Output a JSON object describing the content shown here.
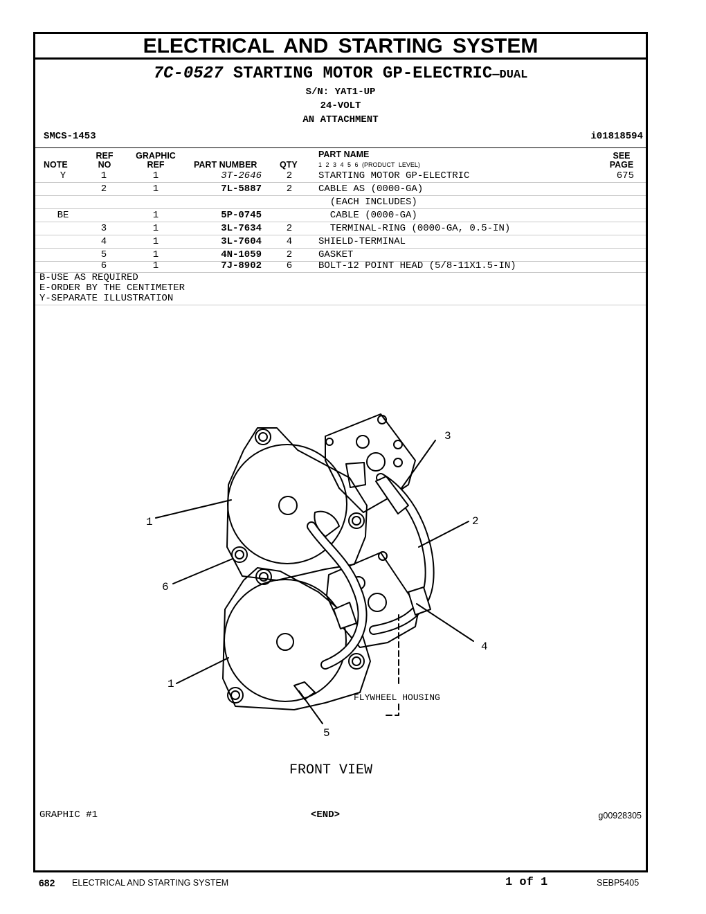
{
  "section_title": "ELECTRICAL AND STARTING SYSTEM",
  "group": {
    "part_number": "7C-0527",
    "title": "STARTING MOTOR GP-ELECTRIC",
    "suffix": "—DUAL",
    "serial": "S/N: YAT1-UP",
    "voltage": "24-VOLT",
    "attachment": "AN ATTACHMENT"
  },
  "smcs": "SMCS-1453",
  "doc_id": "i01818594",
  "table": {
    "headers": {
      "note": "NOTE",
      "ref_no": "REF\nNO",
      "graphic_ref": "GRAPHIC\nREF",
      "part_number": "PART NUMBER",
      "qty": "QTY",
      "part_name": "PART NAME",
      "product_level": "1  2  3  4  5  6  (PRODUCT LEVEL)",
      "see_page": "SEE\nPAGE"
    },
    "rows": [
      {
        "note": "Y",
        "ref": "1",
        "gref": "1",
        "pn": "3T-2646",
        "pn_italic": true,
        "qty": "2",
        "name": "STARTING MOTOR GP-ELECTRIC",
        "page": "675"
      },
      {
        "note": "",
        "ref": "2",
        "gref": "1",
        "pn": "7L-5887",
        "pn_italic": false,
        "qty": "2",
        "name": "CABLE AS (0000-GA)",
        "page": ""
      },
      {
        "note": "",
        "ref": "",
        "gref": "",
        "pn": "",
        "pn_italic": false,
        "qty": "",
        "name": "  (EACH INCLUDES)",
        "page": ""
      },
      {
        "note": "BE",
        "ref": "",
        "gref": "1",
        "pn": "5P-0745",
        "pn_italic": false,
        "qty": "",
        "name": "  CABLE (0000-GA)",
        "page": ""
      },
      {
        "note": "",
        "ref": "3",
        "gref": "1",
        "pn": "3L-7634",
        "pn_italic": false,
        "qty": "2",
        "name": "  TERMINAL-RING (0000-GA, 0.5-IN)",
        "page": ""
      },
      {
        "note": "",
        "ref": "4",
        "gref": "1",
        "pn": "3L-7604",
        "pn_italic": false,
        "qty": "4",
        "name": "SHIELD-TERMINAL",
        "page": ""
      },
      {
        "note": "",
        "ref": "5",
        "gref": "1",
        "pn": "4N-1059",
        "pn_italic": false,
        "qty": "2",
        "name": "GASKET",
        "page": ""
      },
      {
        "note": "",
        "ref": "6",
        "gref": "1",
        "pn": "7J-8902",
        "pn_italic": false,
        "qty": "6",
        "name": "BOLT-12 POINT HEAD (5/8-11X1.5-IN)",
        "page": ""
      }
    ]
  },
  "notes": [
    "B-USE AS REQUIRED",
    "E-ORDER BY THE CENTIMETER",
    "Y-SEPARATE ILLUSTRATION"
  ],
  "illustration": {
    "callouts": [
      "1",
      "2",
      "3",
      "4",
      "5",
      "6",
      "1"
    ],
    "flywheel_label": "FLYWHEEL HOUSING",
    "view_label": "FRONT VIEW"
  },
  "graphic_label": "GRAPHIC #1",
  "end_label": "<END>",
  "graphic_id": "g00928305",
  "footer": {
    "page_number": "682",
    "section": "ELECTRICAL AND STARTING SYSTEM",
    "page_of": "1 of 1",
    "doc_code": "SEBP5405"
  }
}
